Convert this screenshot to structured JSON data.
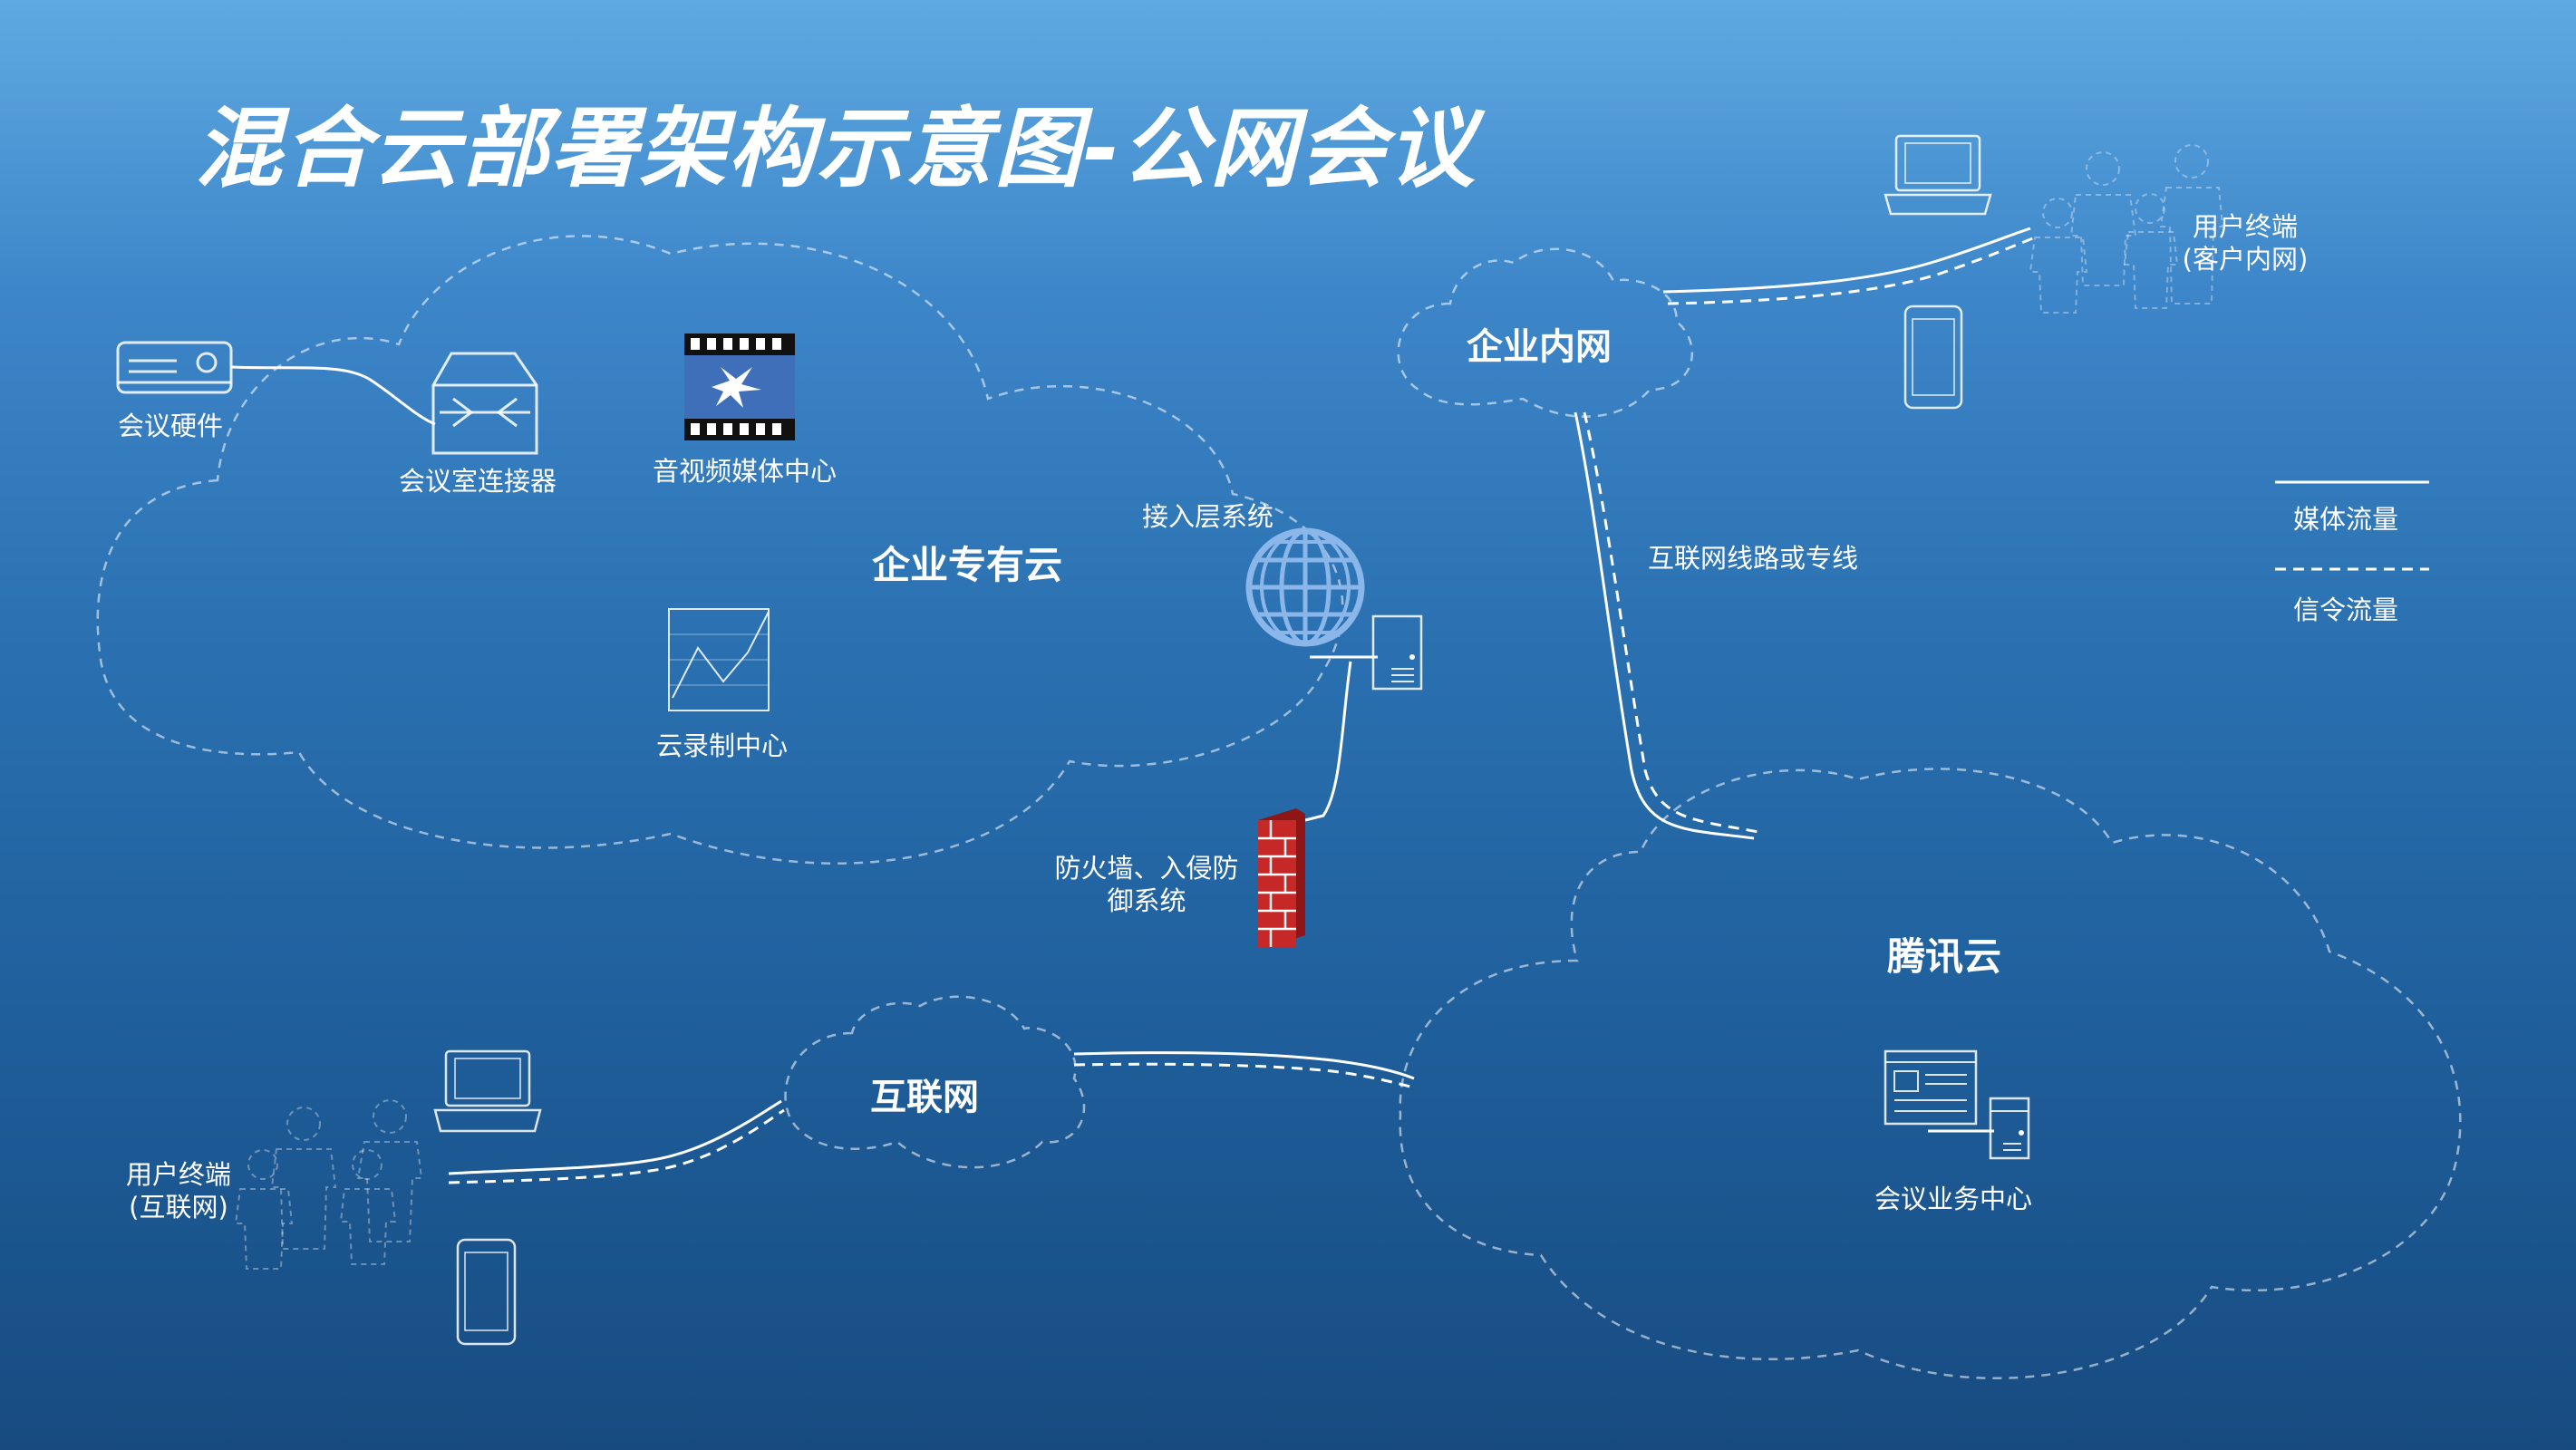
{
  "title": "混合云部署架构示意图-公网会议",
  "clouds": {
    "private_cloud": "企业专有云",
    "intranet": "企业内网",
    "internet": "互联网",
    "tencent_cloud": "腾讯云"
  },
  "nodes": {
    "meeting_hardware": "会议硬件",
    "room_connector": "会议室连接器",
    "av_media_center": "音视频媒体中心",
    "cloud_recording_center": "云录制中心",
    "access_layer": "接入层系统",
    "firewall_line1": "防火墙、入侵防",
    "firewall_line2": "御系统",
    "user_terminal_intranet_line1": "用户终端",
    "user_terminal_intranet_line2": "(客户内网)",
    "user_terminal_internet_line1": "用户终端",
    "user_terminal_internet_line2": "(互联网)",
    "meeting_service_center": "会议业务中心",
    "link_label": "互联网线路或专线"
  },
  "legend": {
    "media": "媒体流量",
    "signal": "信令流量"
  },
  "colors": {
    "line": "#ffffff",
    "firewall_red": "#c62828"
  },
  "icons": [
    "projector-icon",
    "connector-icon",
    "film-icon",
    "chart-icon",
    "globe-icon",
    "server-icon",
    "firewall-icon",
    "laptop-icon",
    "phone-icon",
    "people-icon",
    "web-page-icon"
  ]
}
